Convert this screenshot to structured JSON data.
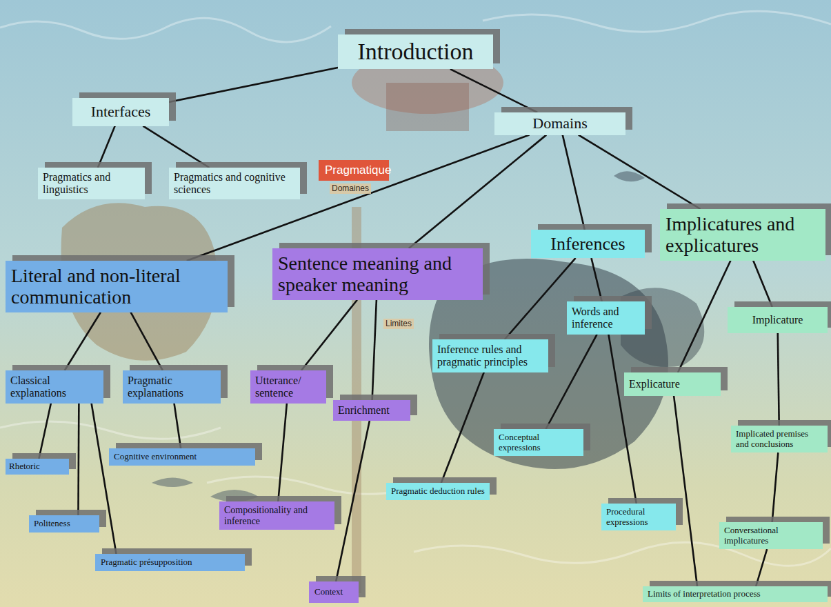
{
  "diagram": {
    "nodes": [
      {
        "text": [
          "Introduction"
        ]
      },
      {
        "text": [
          "Interfaces"
        ]
      },
      {
        "text": [
          "Domains"
        ]
      },
      {
        "text": [
          "Pragmatics and linguistics"
        ]
      },
      {
        "text": [
          "Pragmatics and cognitive sciences"
        ]
      },
      {
        "text": [
          "Literal and non-literal communication"
        ]
      },
      {
        "text": [
          "Sentence meaning and speaker meaning"
        ]
      },
      {
        "text": [
          "Inferences"
        ]
      },
      {
        "text": [
          "Implicatures and explicatures"
        ]
      },
      {
        "text": [
          "Classical explanations"
        ]
      },
      {
        "text": [
          "Pragmatic explanations"
        ]
      },
      {
        "text": [
          "Utterance/ sentence"
        ]
      },
      {
        "text": [
          "Enrichment"
        ]
      },
      {
        "text": [
          "Inference rules and pragmatic principles"
        ]
      },
      {
        "text": [
          "Words and inference"
        ]
      },
      {
        "text": [
          "Explicature"
        ]
      },
      {
        "text": [
          "Implicature"
        ]
      },
      {
        "text": [
          "Rhetoric"
        ]
      },
      {
        "text": [
          "Cognitive environment"
        ]
      },
      {
        "text": [
          "Compositionality and inference"
        ]
      },
      {
        "text": [
          "Pragmatic deduction rules"
        ]
      },
      {
        "text": [
          "Conceptual expressions"
        ]
      },
      {
        "text": [
          "Politeness"
        ]
      },
      {
        "text": [
          "Procedural expressions"
        ]
      },
      {
        "text": [
          "Implicated premises and conclusions"
        ]
      },
      {
        "text": [
          "Conversational implicatures"
        ]
      },
      {
        "text": [
          "Pragmatic présupposition"
        ]
      },
      {
        "text": [
          "Context"
        ]
      },
      {
        "text": [
          "Limits of interpretation process"
        ]
      }
    ],
    "edges": [
      {
        "from": 0,
        "to": 1,
        "arrow": "none"
      },
      {
        "from": 0,
        "to": 2,
        "arrow": "none"
      },
      {
        "from": 1,
        "to": 3,
        "arrow": "none"
      },
      {
        "from": 1,
        "to": 4,
        "arrow": "none"
      },
      {
        "from": 2,
        "to": 5,
        "arrow": "none"
      },
      {
        "from": 2,
        "to": 6,
        "arrow": "none"
      },
      {
        "from": 2,
        "to": 7,
        "arrow": "none"
      },
      {
        "from": 2,
        "to": 8,
        "arrow": "none"
      },
      {
        "from": 5,
        "to": 9,
        "arrow": "none"
      },
      {
        "from": 5,
        "to": 10,
        "arrow": "none"
      },
      {
        "from": 6,
        "to": 11,
        "arrow": "none"
      },
      {
        "from": 6,
        "to": 12,
        "arrow": "none"
      },
      {
        "from": 7,
        "to": 13,
        "arrow": "none"
      },
      {
        "from": 7,
        "to": 14,
        "arrow": "none"
      },
      {
        "from": 8,
        "to": 15,
        "arrow": "none"
      },
      {
        "from": 8,
        "to": 16,
        "arrow": "none"
      },
      {
        "from": 9,
        "to": 17,
        "arrow": "none"
      },
      {
        "from": 9,
        "to": 22,
        "arrow": "none"
      },
      {
        "from": 9,
        "to": 26,
        "arrow": "none"
      },
      {
        "from": 10,
        "to": 18,
        "arrow": "none"
      },
      {
        "from": 11,
        "to": 19,
        "arrow": "none"
      },
      {
        "from": 12,
        "to": 27,
        "arrow": "none"
      },
      {
        "from": 13,
        "to": 20,
        "arrow": "none"
      },
      {
        "from": 14,
        "to": 21,
        "arrow": "none"
      },
      {
        "from": 14,
        "to": 23,
        "arrow": "none"
      },
      {
        "from": 16,
        "to": 24,
        "arrow": "none"
      },
      {
        "from": 24,
        "to": 25,
        "arrow": "none"
      },
      {
        "from": 25,
        "to": 28,
        "arrow": "none"
      },
      {
        "from": 15,
        "to": 28,
        "arrow": "none"
      }
    ],
    "labels": [
      "Pragmatique",
      "Domaines",
      "Limites"
    ]
  }
}
